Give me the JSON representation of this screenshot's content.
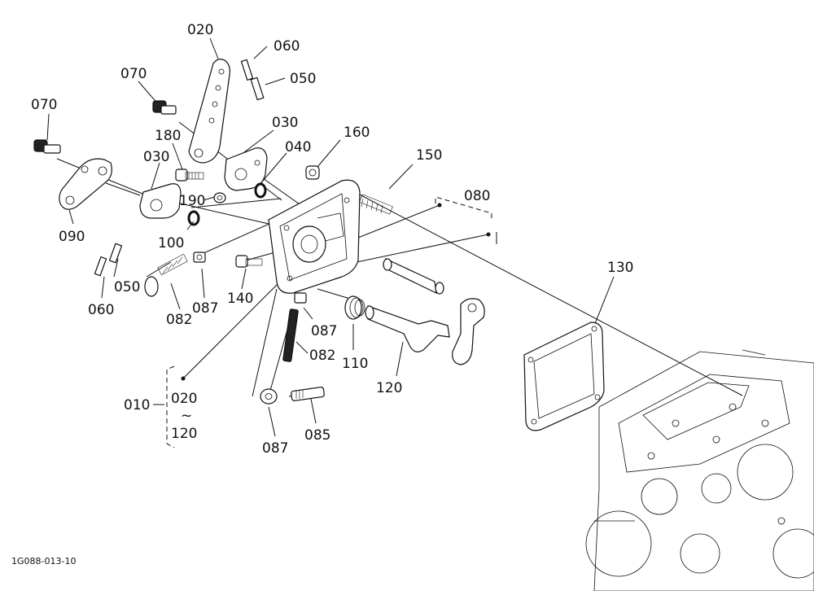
{
  "drawing_code": "1G088-013-10",
  "callouts": {
    "c020_top": "020",
    "c060_top": "060",
    "c050_top": "050",
    "c070_a": "070",
    "c070_b": "070",
    "c180": "180",
    "c030_a": "030",
    "c030_b": "030",
    "c040": "040",
    "c160": "160",
    "c150": "150",
    "c080": "080",
    "c190": "190",
    "c090": "090",
    "c100": "100",
    "c050_bot": "050",
    "c060_bot": "060",
    "c082_a": "082",
    "c087_a": "087",
    "c140": "140",
    "c087_b": "087",
    "c082_b": "082",
    "c110": "110",
    "c120": "120",
    "c130": "130",
    "c010": "010",
    "c020_range": "020",
    "tilde": "~",
    "c120_range": "120",
    "c087_c": "087",
    "c085": "085"
  }
}
